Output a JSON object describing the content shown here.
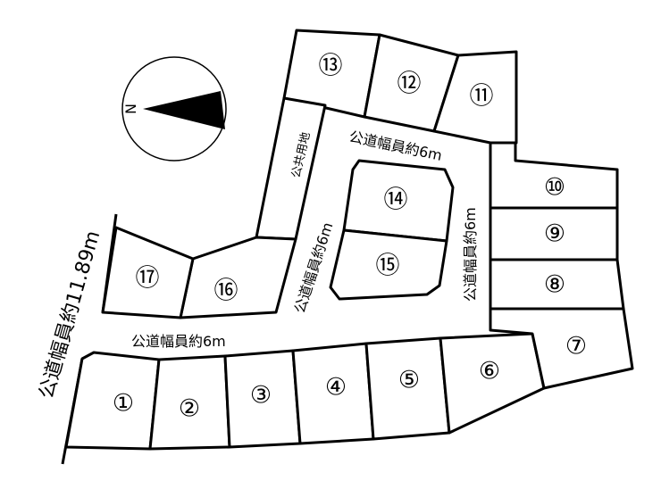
{
  "lots": [
    {
      "id": "1",
      "label": "①"
    },
    {
      "id": "2",
      "label": "②"
    },
    {
      "id": "3",
      "label": "③"
    },
    {
      "id": "4",
      "label": "④"
    },
    {
      "id": "5",
      "label": "⑤"
    },
    {
      "id": "6",
      "label": "⑥"
    },
    {
      "id": "7",
      "label": "⑦"
    },
    {
      "id": "8",
      "label": "⑧"
    },
    {
      "id": "9",
      "label": "⑨"
    },
    {
      "id": "10",
      "label": "⑩"
    },
    {
      "id": "11",
      "label": "⑪"
    },
    {
      "id": "12",
      "label": "⑫"
    },
    {
      "id": "13",
      "label": "⑬"
    },
    {
      "id": "14",
      "label": "⑭"
    },
    {
      "id": "15",
      "label": "⑮"
    },
    {
      "id": "16",
      "label": "⑯"
    },
    {
      "id": "17",
      "label": "⑰"
    }
  ],
  "roads": {
    "main_south": "公道幅員約6m",
    "north": "公道幅員約6m",
    "inner_west": "公道幅員約6m",
    "inner_east": "公道幅員約6m",
    "west_public": "公道幅員約11.89m",
    "public_land": "公共用地"
  },
  "compass": {
    "north_letter": "N",
    "icon": "north-arrow-compass"
  }
}
